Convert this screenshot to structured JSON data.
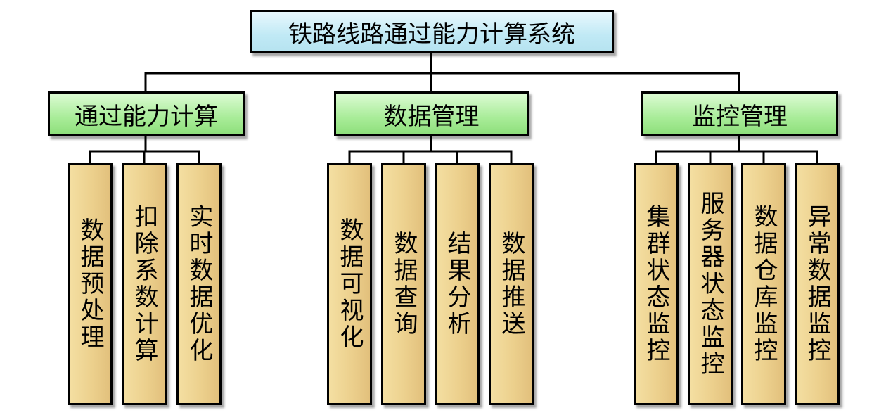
{
  "root": {
    "label": "铁路线路通过能力计算系统"
  },
  "categories": [
    {
      "label": "通过能力计算",
      "children": [
        "数据预处理",
        "扣除系数计算",
        "实时数据优化"
      ]
    },
    {
      "label": "数据管理",
      "children": [
        "数据可视化",
        "数据查询",
        "结果分析",
        "数据推送"
      ]
    },
    {
      "label": "监控管理",
      "children": [
        "集群状态监控",
        "服务器状态监控",
        "数据仓库监控",
        "异常数据监控"
      ]
    }
  ],
  "colors": {
    "root_fill": "#c0e9f5",
    "category_fill": "#a8ec98",
    "leaf_fill": "#ecd08d",
    "border": "#000000"
  }
}
